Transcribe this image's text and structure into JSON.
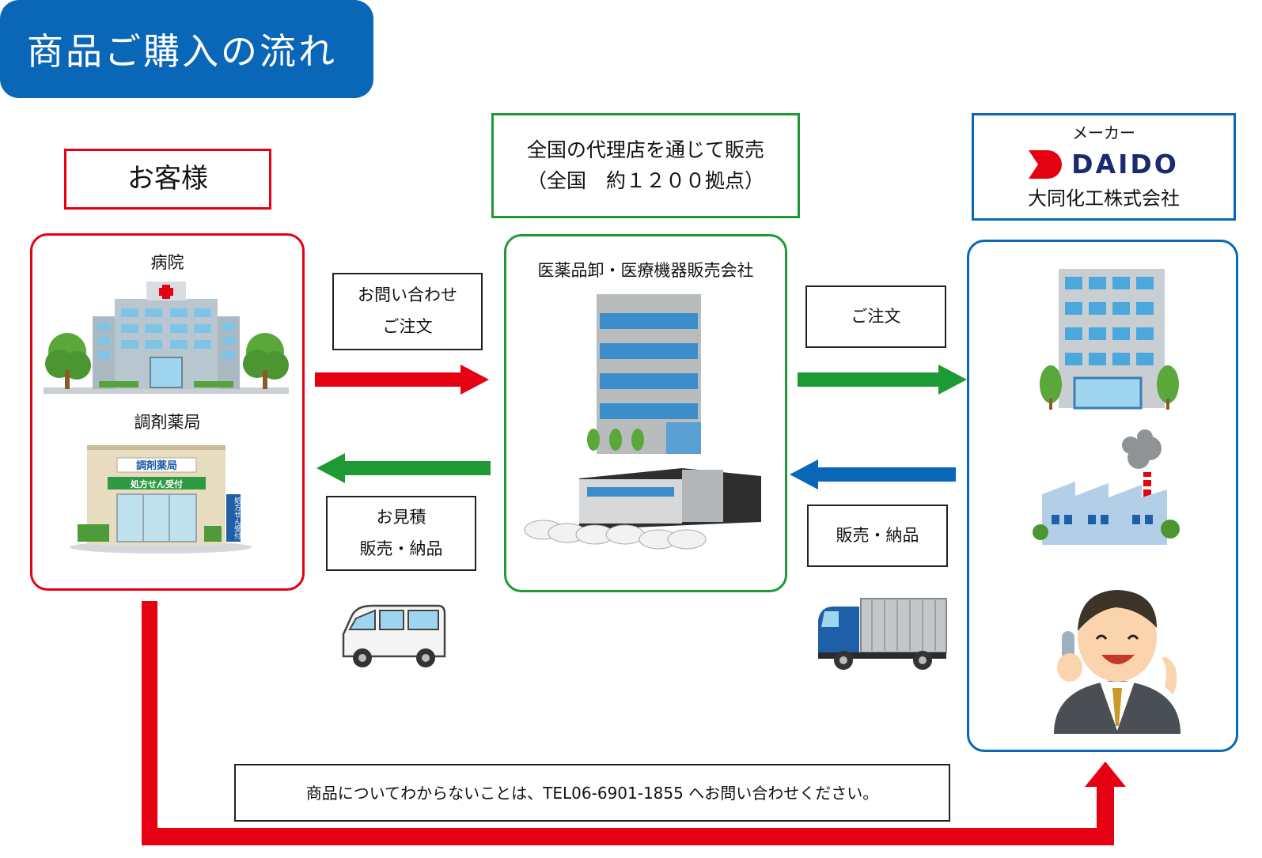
{
  "title": "商品ご購入の流れ",
  "customer": {
    "header": "お客様",
    "hospital_label": "病院",
    "pharmacy_label": "調剤薬局",
    "pharmacy_sign": "調剤薬局",
    "pharmacy_banner": "処方せん受付",
    "pharmacy_side_sign": "処方せん受付"
  },
  "distributor": {
    "header_line1": "全国の代理店を通じて販売",
    "header_line2": "（全国　約１２００拠点）",
    "panel_label": "医薬品卸・医療機器販売会社"
  },
  "maker": {
    "header_top": "メーカー",
    "logo_text": "DAIDO",
    "company_name": "大同化工株式会社"
  },
  "flows": {
    "inquiry_line1": "お問い合わせ",
    "inquiry_line2": "ご注文",
    "estimate_line1": "お見積",
    "estimate_line2": "販売・納品",
    "order": "ご注文",
    "sales_delivery": "販売・納品"
  },
  "contact_note": "商品についてわからないことは、TEL06-6901-1855 へお問い合わせください。",
  "colors": {
    "title_bg": "#0a66b7",
    "red": "#e50012",
    "green": "#1e9a35",
    "blue": "#0a66b7"
  }
}
